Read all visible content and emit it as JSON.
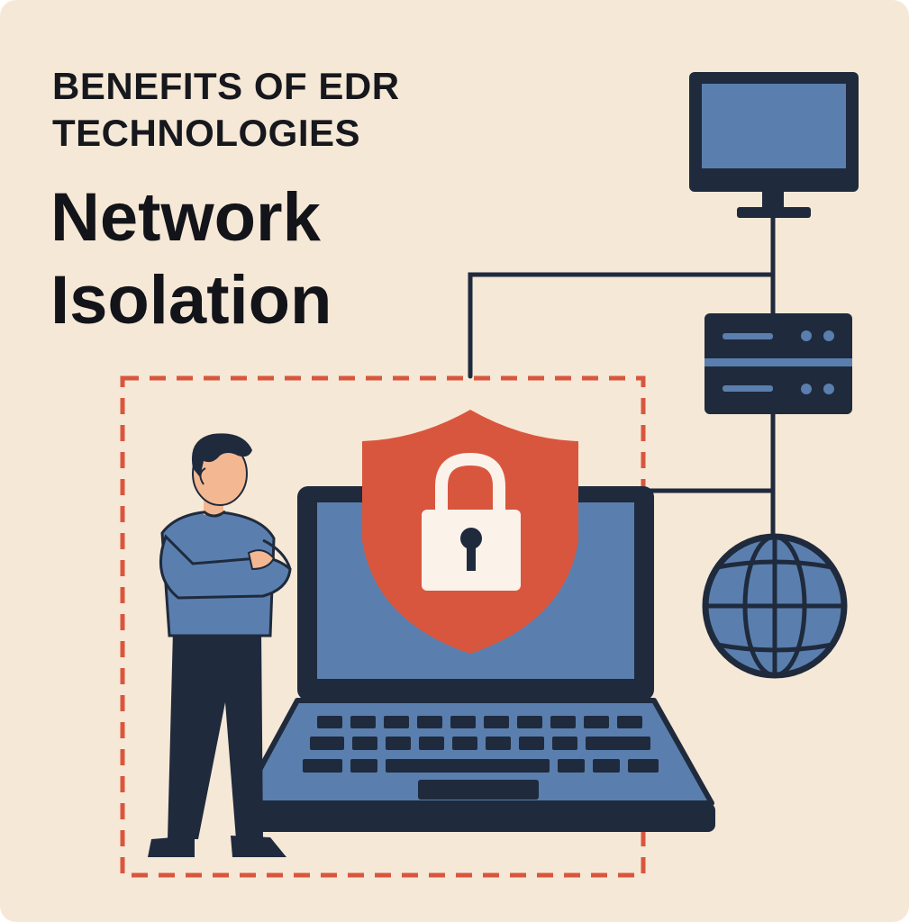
{
  "header": {
    "eyebrow": "BENEFITS OF EDR TECHNOLOGIES",
    "headline_line1": "Network",
    "headline_line2": "Isolation"
  },
  "colors": {
    "background": "#f6e8d6",
    "ink": "#1f2a3d",
    "blue": "#5a7fae",
    "accent_red": "#d9563e",
    "skin": "#f3b892"
  },
  "icons": [
    "monitor-icon",
    "server-icon",
    "globe-icon",
    "shield-lock-icon",
    "laptop-icon",
    "person-figure"
  ]
}
